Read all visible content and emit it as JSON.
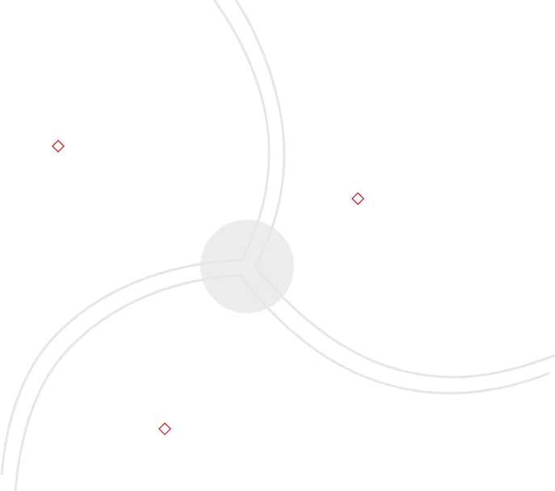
{
  "colors": {
    "background": "#ffffff",
    "arc_stroke": "#e6e6e6",
    "hub_fill": "#ececec",
    "accent": "#c8242b"
  },
  "ornaments": {
    "dividers": [
      {
        "name": "diamond-divider-left",
        "icon": "diamond-icon"
      },
      {
        "name": "diamond-divider-right",
        "icon": "diamond-icon"
      },
      {
        "name": "diamond-divider-bottom",
        "icon": "diamond-icon"
      }
    ]
  }
}
